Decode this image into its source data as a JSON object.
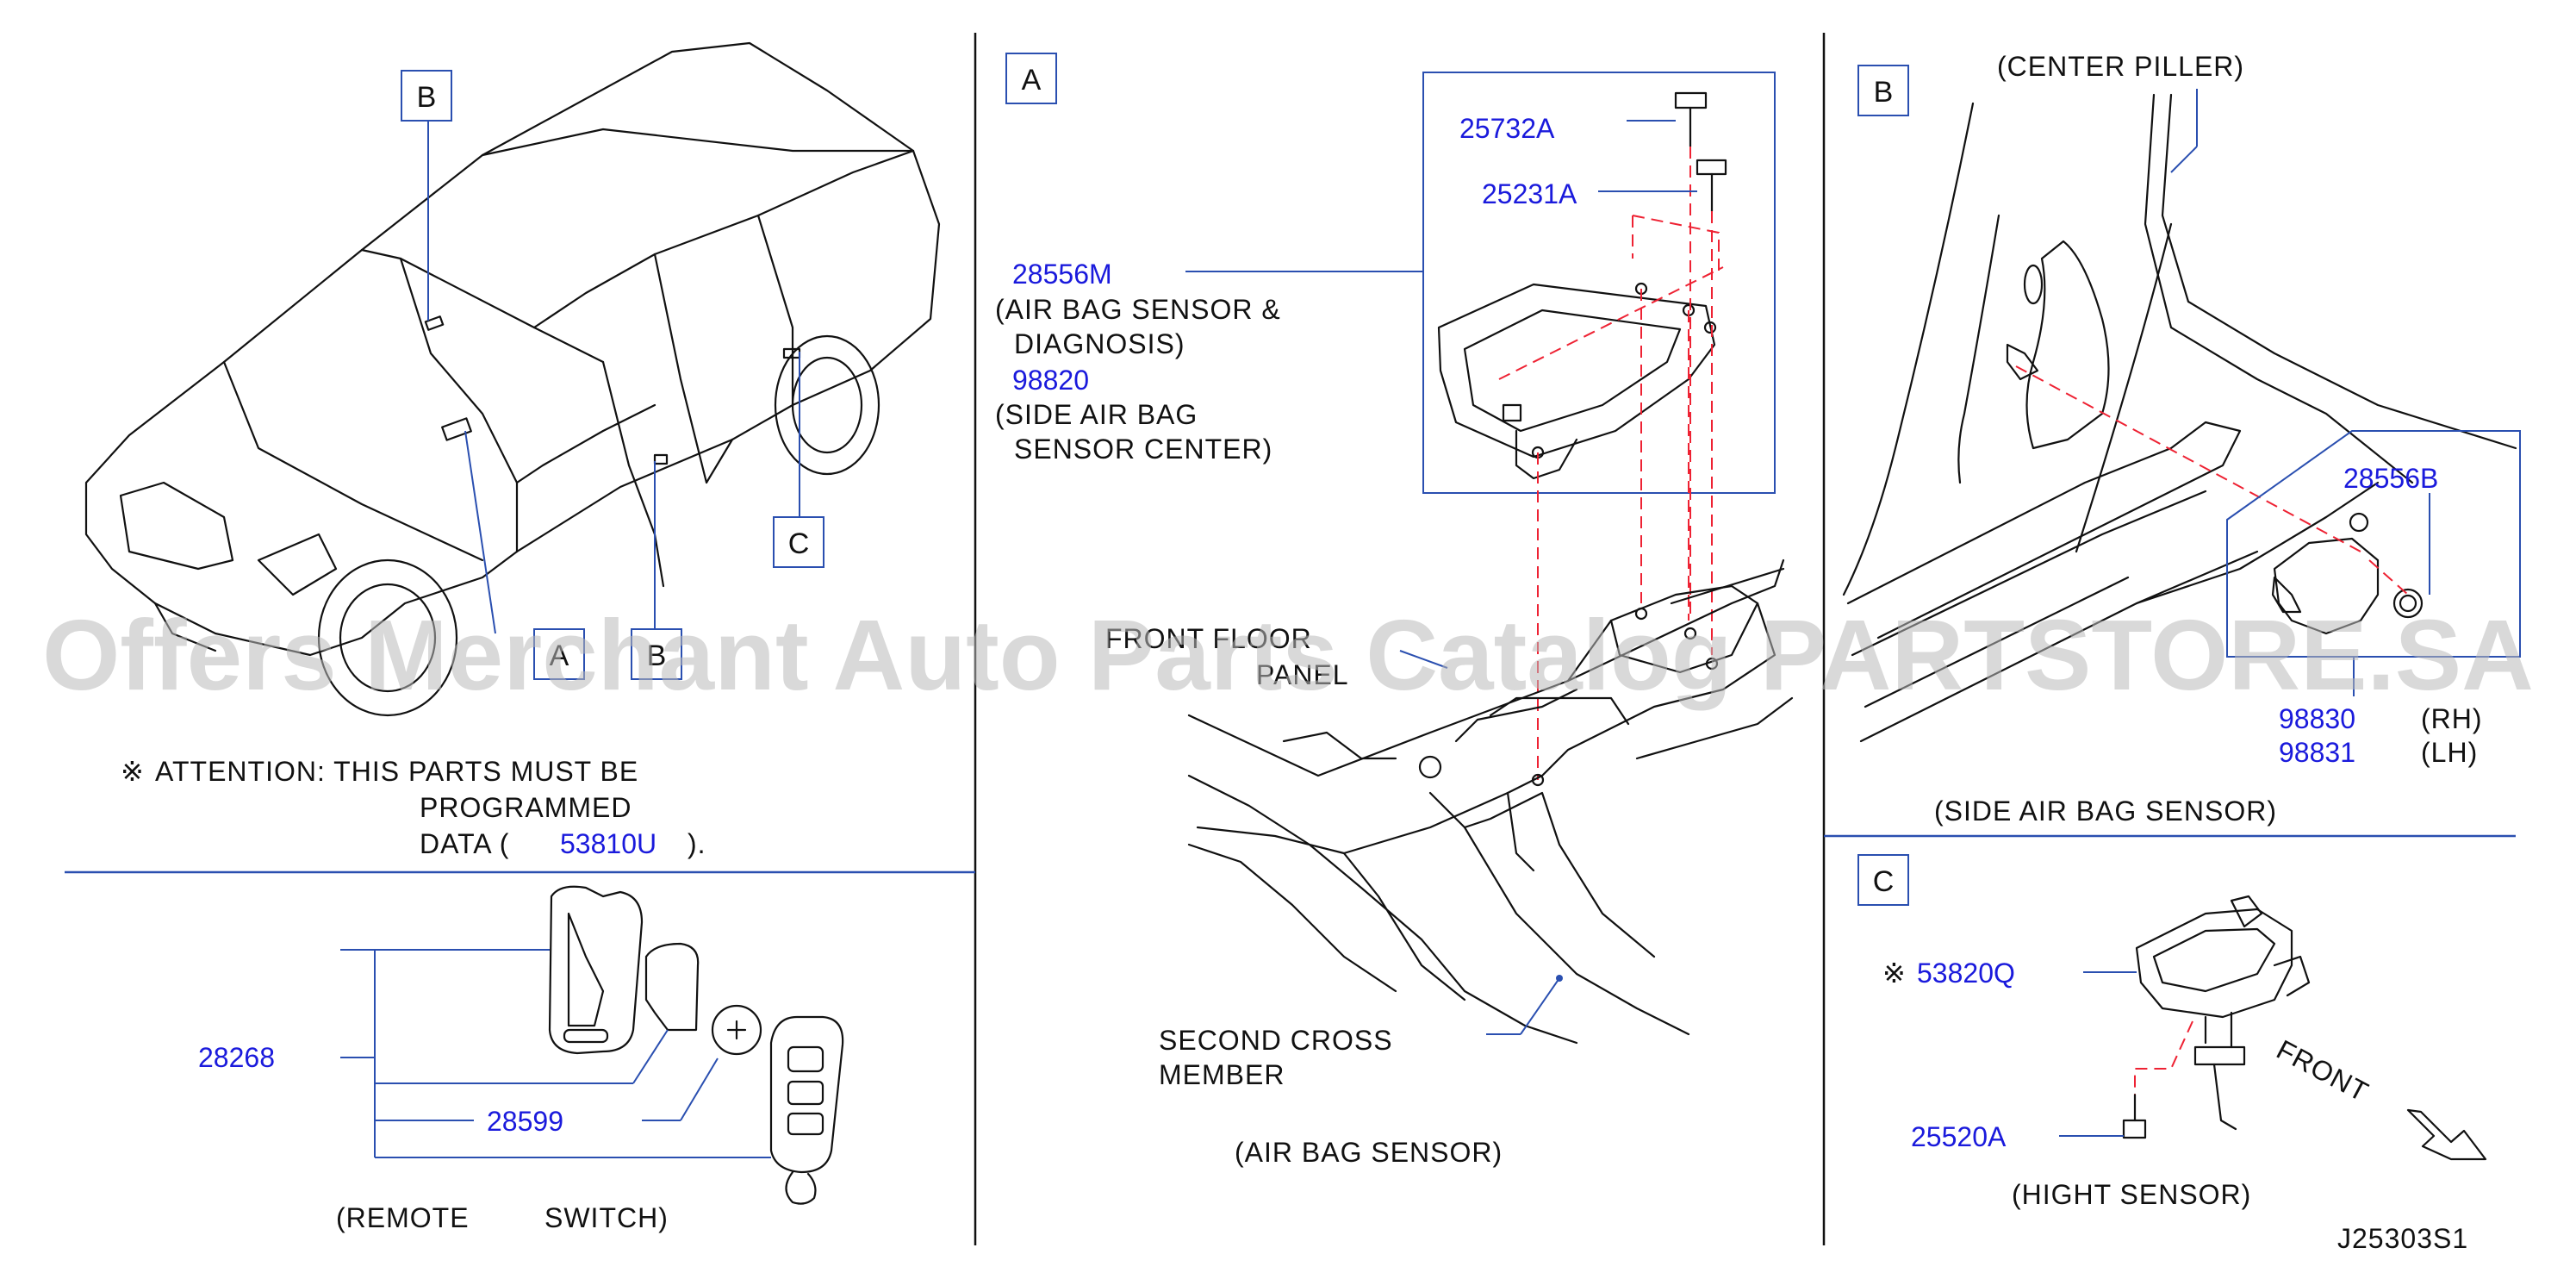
{
  "watermark": "Offers Merchant Auto Parts Catalog PARTSTORE.SA",
  "diagram_id": "J25303S1",
  "colors": {
    "part_number": "#1a1adc",
    "leader": "#2a4fb0",
    "dashed": "#e23333",
    "watermark": "#b9b9b9"
  },
  "vehicle": {
    "callouts": [
      "B",
      "C",
      "A",
      "B"
    ],
    "attention": {
      "symbol": "※",
      "line1": "ATTENTION:  THIS  PARTS  MUST  BE",
      "line2": "PROGRAMMED",
      "line3_prefix": "DATA  (",
      "line3_part": "53810U",
      "line3_suffix": ")."
    }
  },
  "remote_switch": {
    "caption_left": "(REMOTE",
    "caption_right": "SWITCH)",
    "parts": [
      "28268",
      "28599"
    ]
  },
  "section_a": {
    "letter": "A",
    "parts": {
      "bolt1": "25732A",
      "bolt2": "25231A",
      "sensor_main": "28556M",
      "sensor_main_desc1": "(AIR  BAG  SENSOR  &",
      "sensor_main_desc2": "DIAGNOSIS)",
      "sensor_side": "98820",
      "sensor_side_desc1": "(SIDE  AIR  BAG",
      "sensor_side_desc2": "SENSOR  CENTER)"
    },
    "labels": {
      "front_floor1": "FRONT  FLOOR",
      "front_floor2": "PANEL",
      "second_cross1": "SECOND  CROSS",
      "second_cross2": "MEMBER"
    },
    "caption": "(AIR  BAG  SENSOR)"
  },
  "section_b": {
    "letter": "B",
    "pillar_label": "(CENTER  PILLER)",
    "parts": {
      "sensor": "28556B",
      "rh": "98830",
      "lh": "98831"
    },
    "rh_label": "(RH)",
    "lh_label": "(LH)",
    "caption": "(SIDE  AIR  BAG  SENSOR)"
  },
  "section_c": {
    "letter": "C",
    "parts": {
      "sensor": "53820Q",
      "bolt": "25520A"
    },
    "symbol": "※",
    "front_label": "FRONT",
    "caption": "(HIGHT  SENSOR)"
  }
}
